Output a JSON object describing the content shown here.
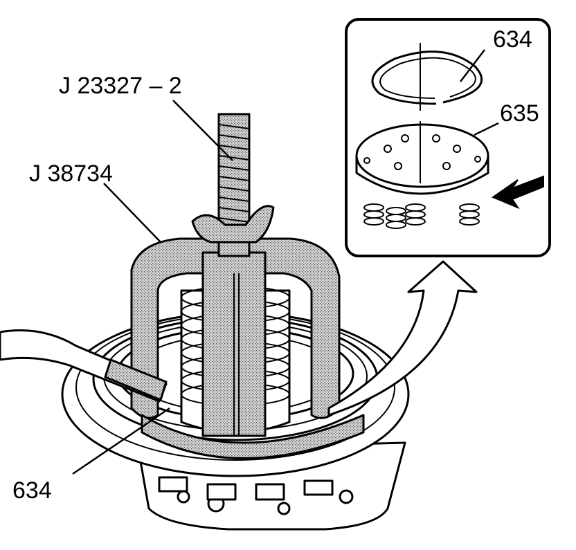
{
  "labels": {
    "tool_top": "J 23327 – 2",
    "tool_left": "J 38734",
    "part_bottom": "634",
    "inset_ring": "634",
    "inset_plate": "635"
  },
  "colors": {
    "ink": "#000000",
    "paper": "#ffffff",
    "shade": "#bdbdbd"
  }
}
